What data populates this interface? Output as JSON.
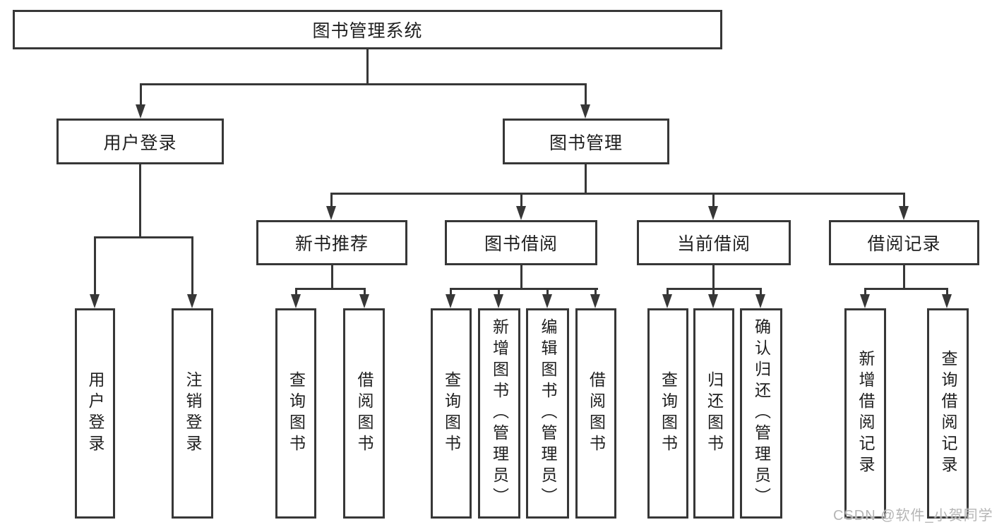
{
  "root_label": "图书管理系统",
  "level2": {
    "user_login": "用户登录",
    "book_management": "图书管理"
  },
  "user_login_children": [
    "用户登录",
    "注销登录"
  ],
  "book_management_children": {
    "new_book": {
      "label": "新书推荐",
      "children": [
        "查询图书",
        "借阅图书"
      ]
    },
    "borrowing": {
      "label": "图书借阅",
      "children": [
        "查询图书",
        "新增图书（管理员）",
        "编辑图书（管理员）",
        "借阅图书"
      ]
    },
    "current": {
      "label": "当前借阅",
      "children": [
        "查询图书",
        "归还图书",
        "确认归还（管理员）"
      ]
    },
    "records": {
      "label": "借阅记录",
      "children": [
        "新增借阅记录",
        "查询借阅记录"
      ]
    }
  },
  "watermark": "CSDN @软件_小贺同学",
  "colors": {
    "line": "#373737",
    "text": "#1f1f1f",
    "background": "#ffffff",
    "watermark_text": "#b5b5b5"
  }
}
